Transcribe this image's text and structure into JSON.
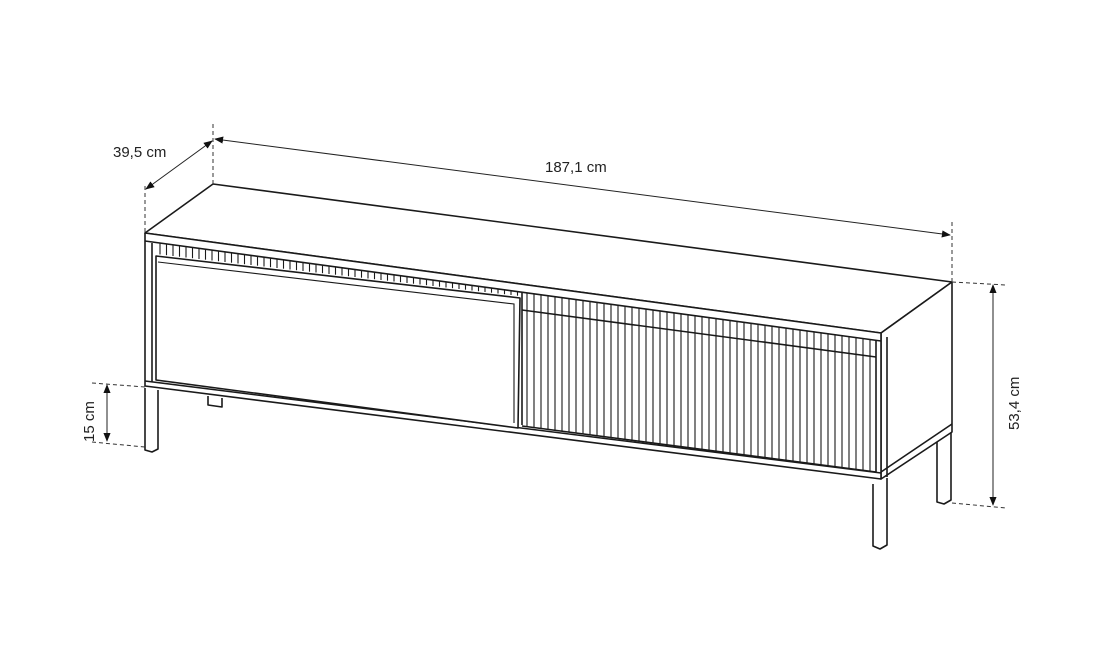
{
  "dimensions": {
    "depth": "39,5 cm",
    "width": "187,1 cm",
    "height": "53,4 cm",
    "leg_height": "15 cm"
  },
  "colors": {
    "line": "#1a1a1a",
    "background": "#ffffff"
  }
}
